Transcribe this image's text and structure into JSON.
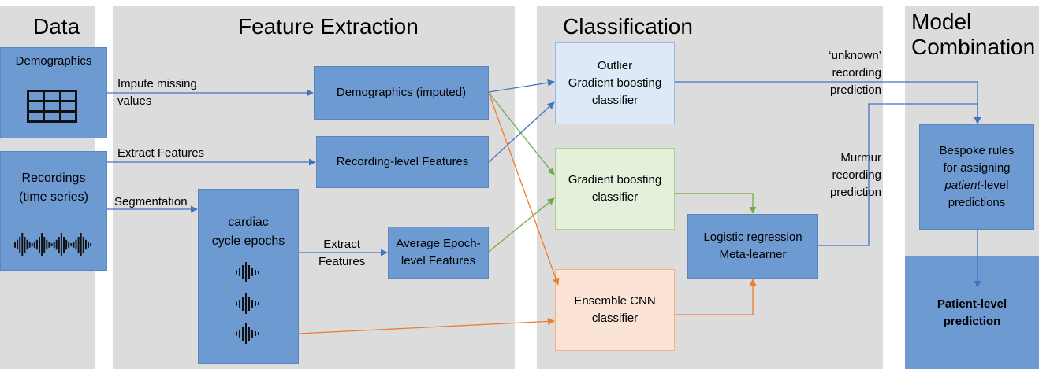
{
  "panels": {
    "data": "Data",
    "feature_extraction": "Feature Extraction",
    "classification": "Classification",
    "model_combination_line1": "Model",
    "model_combination_line2": "Combination"
  },
  "boxes": {
    "demographics": "Demographics",
    "recordings_line1": "Recordings",
    "recordings_line2": "(time series)",
    "demographics_imputed": "Demographics (imputed)",
    "recording_level_features": "Recording-level Features",
    "cardiac_line1": "cardiac",
    "cardiac_line2": "cycle epochs",
    "avg_epoch_line1": "Average Epoch-",
    "avg_epoch_line2": "level Features",
    "outlier_line1": "Outlier",
    "outlier_line2": "Gradient boosting",
    "outlier_line3": "classifier",
    "gb_line1": "Gradient boosting",
    "gb_line2": "classifier",
    "ensemble_line1": "Ensemble CNN",
    "ensemble_line2": "classifier",
    "logreg_line1": "Logistic regression",
    "logreg_line2": "Meta-learner",
    "bespoke_line1": "Bespoke rules",
    "bespoke_line2": "for assigning",
    "bespoke_line3_italic": "patient",
    "bespoke_line3_rest": "-level",
    "bespoke_line4": "predictions",
    "patient_line1": "Patient-level",
    "patient_line2": "prediction"
  },
  "labels": {
    "impute_line1": "Impute missing",
    "impute_line2": "values",
    "extract_features": "Extract Features",
    "segmentation": "Segmentation",
    "extract2_line1": "Extract",
    "extract2_line2": "Features",
    "unknown_line1": "‘unknown’",
    "unknown_line2": "recording",
    "unknown_line3": "prediction",
    "murmur_line1": "Murmur",
    "murmur_line2": "recording",
    "murmur_line3": "prediction"
  },
  "icons": {
    "table": "table-icon",
    "waveform": "waveform-icon"
  },
  "colors": {
    "panel": "#dcdcdc",
    "box_blue": "#6e9ad2",
    "arrow_blue": "#4472c4",
    "arrow_green": "#70ad47",
    "arrow_orange": "#ed7d31"
  }
}
